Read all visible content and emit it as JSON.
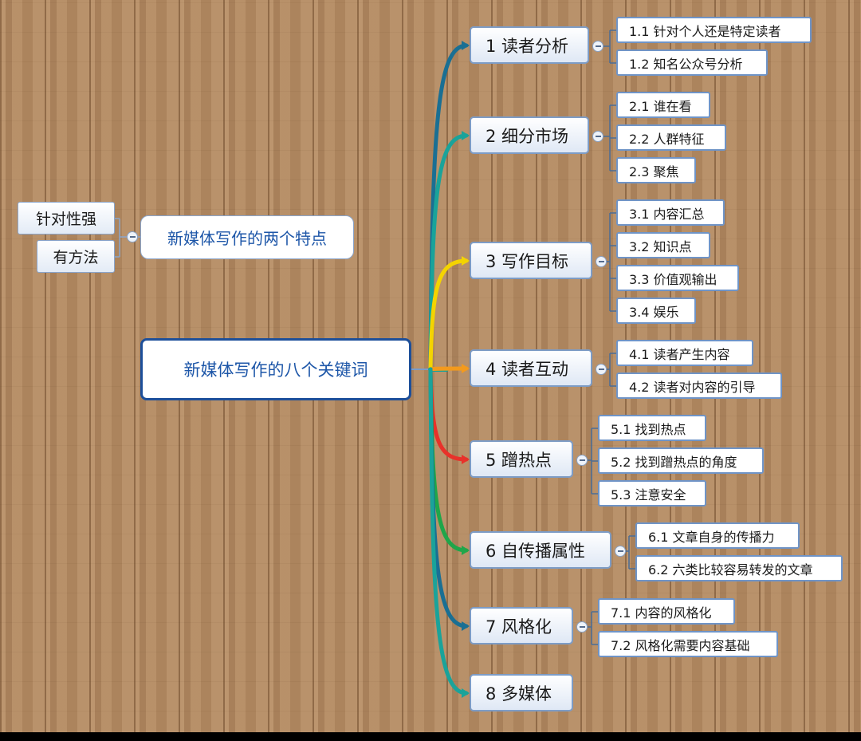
{
  "central": {
    "label": "新媒体写作的八个关键词"
  },
  "features": {
    "label": "新媒体写作的两个特点",
    "items": [
      "针对性强",
      "有方法"
    ]
  },
  "branches": [
    {
      "label": "1 读者分析",
      "color": "#1a6f93",
      "children": [
        "1.1 针对个人还是特定读者",
        "1.2 知名公众号分析"
      ]
    },
    {
      "label": "2 细分市场",
      "color": "#1aa39a",
      "children": [
        "2.1 谁在看",
        "2.2 人群特征",
        "2.3 聚焦"
      ]
    },
    {
      "label": "3 写作目标",
      "color": "#f4d400",
      "children": [
        "3.1 内容汇总",
        "3.2 知识点",
        "3.3 价值观输出",
        "3.4 娱乐"
      ]
    },
    {
      "label": "4 读者互动",
      "color": "#f39a1d",
      "children": [
        "4.1 读者产生内容",
        "4.2 读者对内容的引导"
      ]
    },
    {
      "label": "5 蹭热点",
      "color": "#e8312a",
      "children": [
        "5.1 找到热点",
        "5.2 找到蹭热点的角度",
        "5.3 注意安全"
      ]
    },
    {
      "label": "6 自传播属性",
      "color": "#1fa64a",
      "children": [
        "6.1 文章自身的传播力",
        "6.2 六类比较容易转发的文章"
      ]
    },
    {
      "label": "7 风格化",
      "color": "#1a6f93",
      "children": [
        "7.1 内容的风格化",
        "7.2 风格化需要内容基础"
      ]
    },
    {
      "label": "8 多媒体",
      "color": "#1aa39a",
      "children": []
    }
  ],
  "colors": {
    "central_border": "#1d4f9a",
    "node_border": "#7d9cc6",
    "connector": "#4a6d96",
    "trunk": "#14a39a"
  }
}
